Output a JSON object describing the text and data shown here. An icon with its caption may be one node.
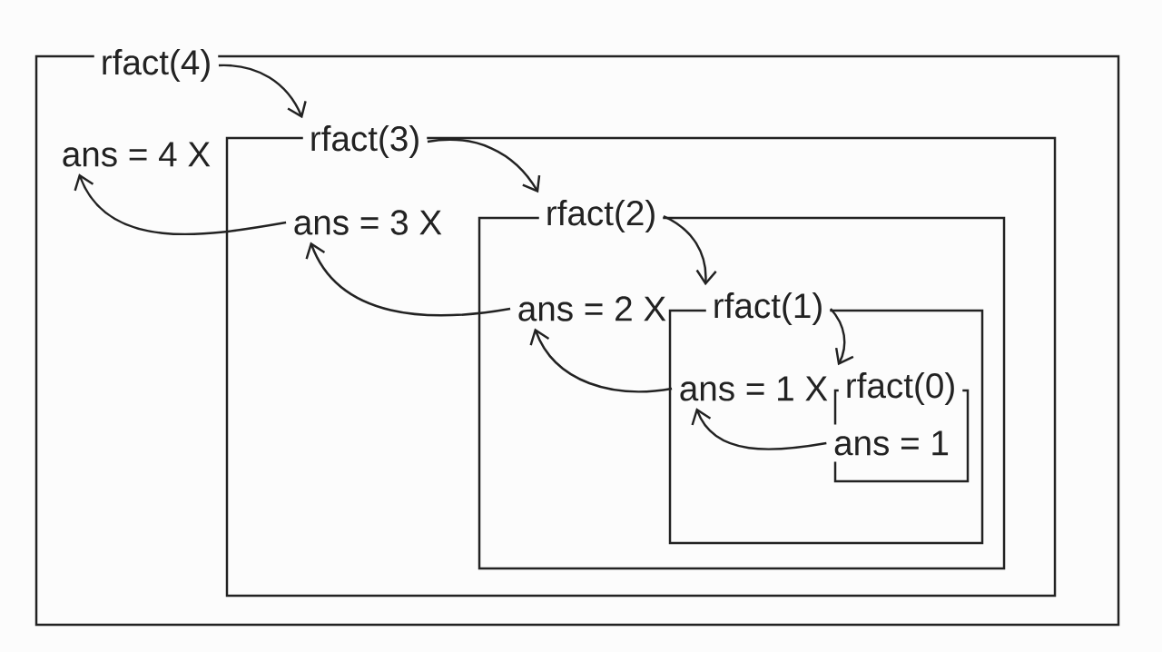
{
  "diagram": {
    "nodes": [
      {
        "text": [
          "rfact(4)",
          "ans = 4 X"
        ]
      },
      {
        "text": [
          "rfact(3)",
          "ans = 3 X"
        ],
        "in": 0
      },
      {
        "text": [
          "rfact(2)",
          "ans = 2 X"
        ],
        "in": 1
      },
      {
        "text": [
          "rfact(1)",
          "ans = 1 X"
        ],
        "in": 2
      },
      {
        "text": [
          "rfact(0)",
          "ans = 1"
        ],
        "in": 3
      }
    ],
    "edges": [
      {
        "from": 0,
        "to": 1,
        "arrow": "to"
      },
      {
        "from": 1,
        "to": 2,
        "arrow": "to"
      },
      {
        "from": 2,
        "to": 3,
        "arrow": "to"
      },
      {
        "from": 3,
        "to": 4,
        "arrow": "to"
      },
      {
        "from": 4,
        "to": 3,
        "arrow": "to"
      },
      {
        "from": 3,
        "to": 2,
        "arrow": "to"
      },
      {
        "from": 2,
        "to": 1,
        "arrow": "to"
      },
      {
        "from": 1,
        "to": 0,
        "arrow": "to"
      }
    ]
  }
}
